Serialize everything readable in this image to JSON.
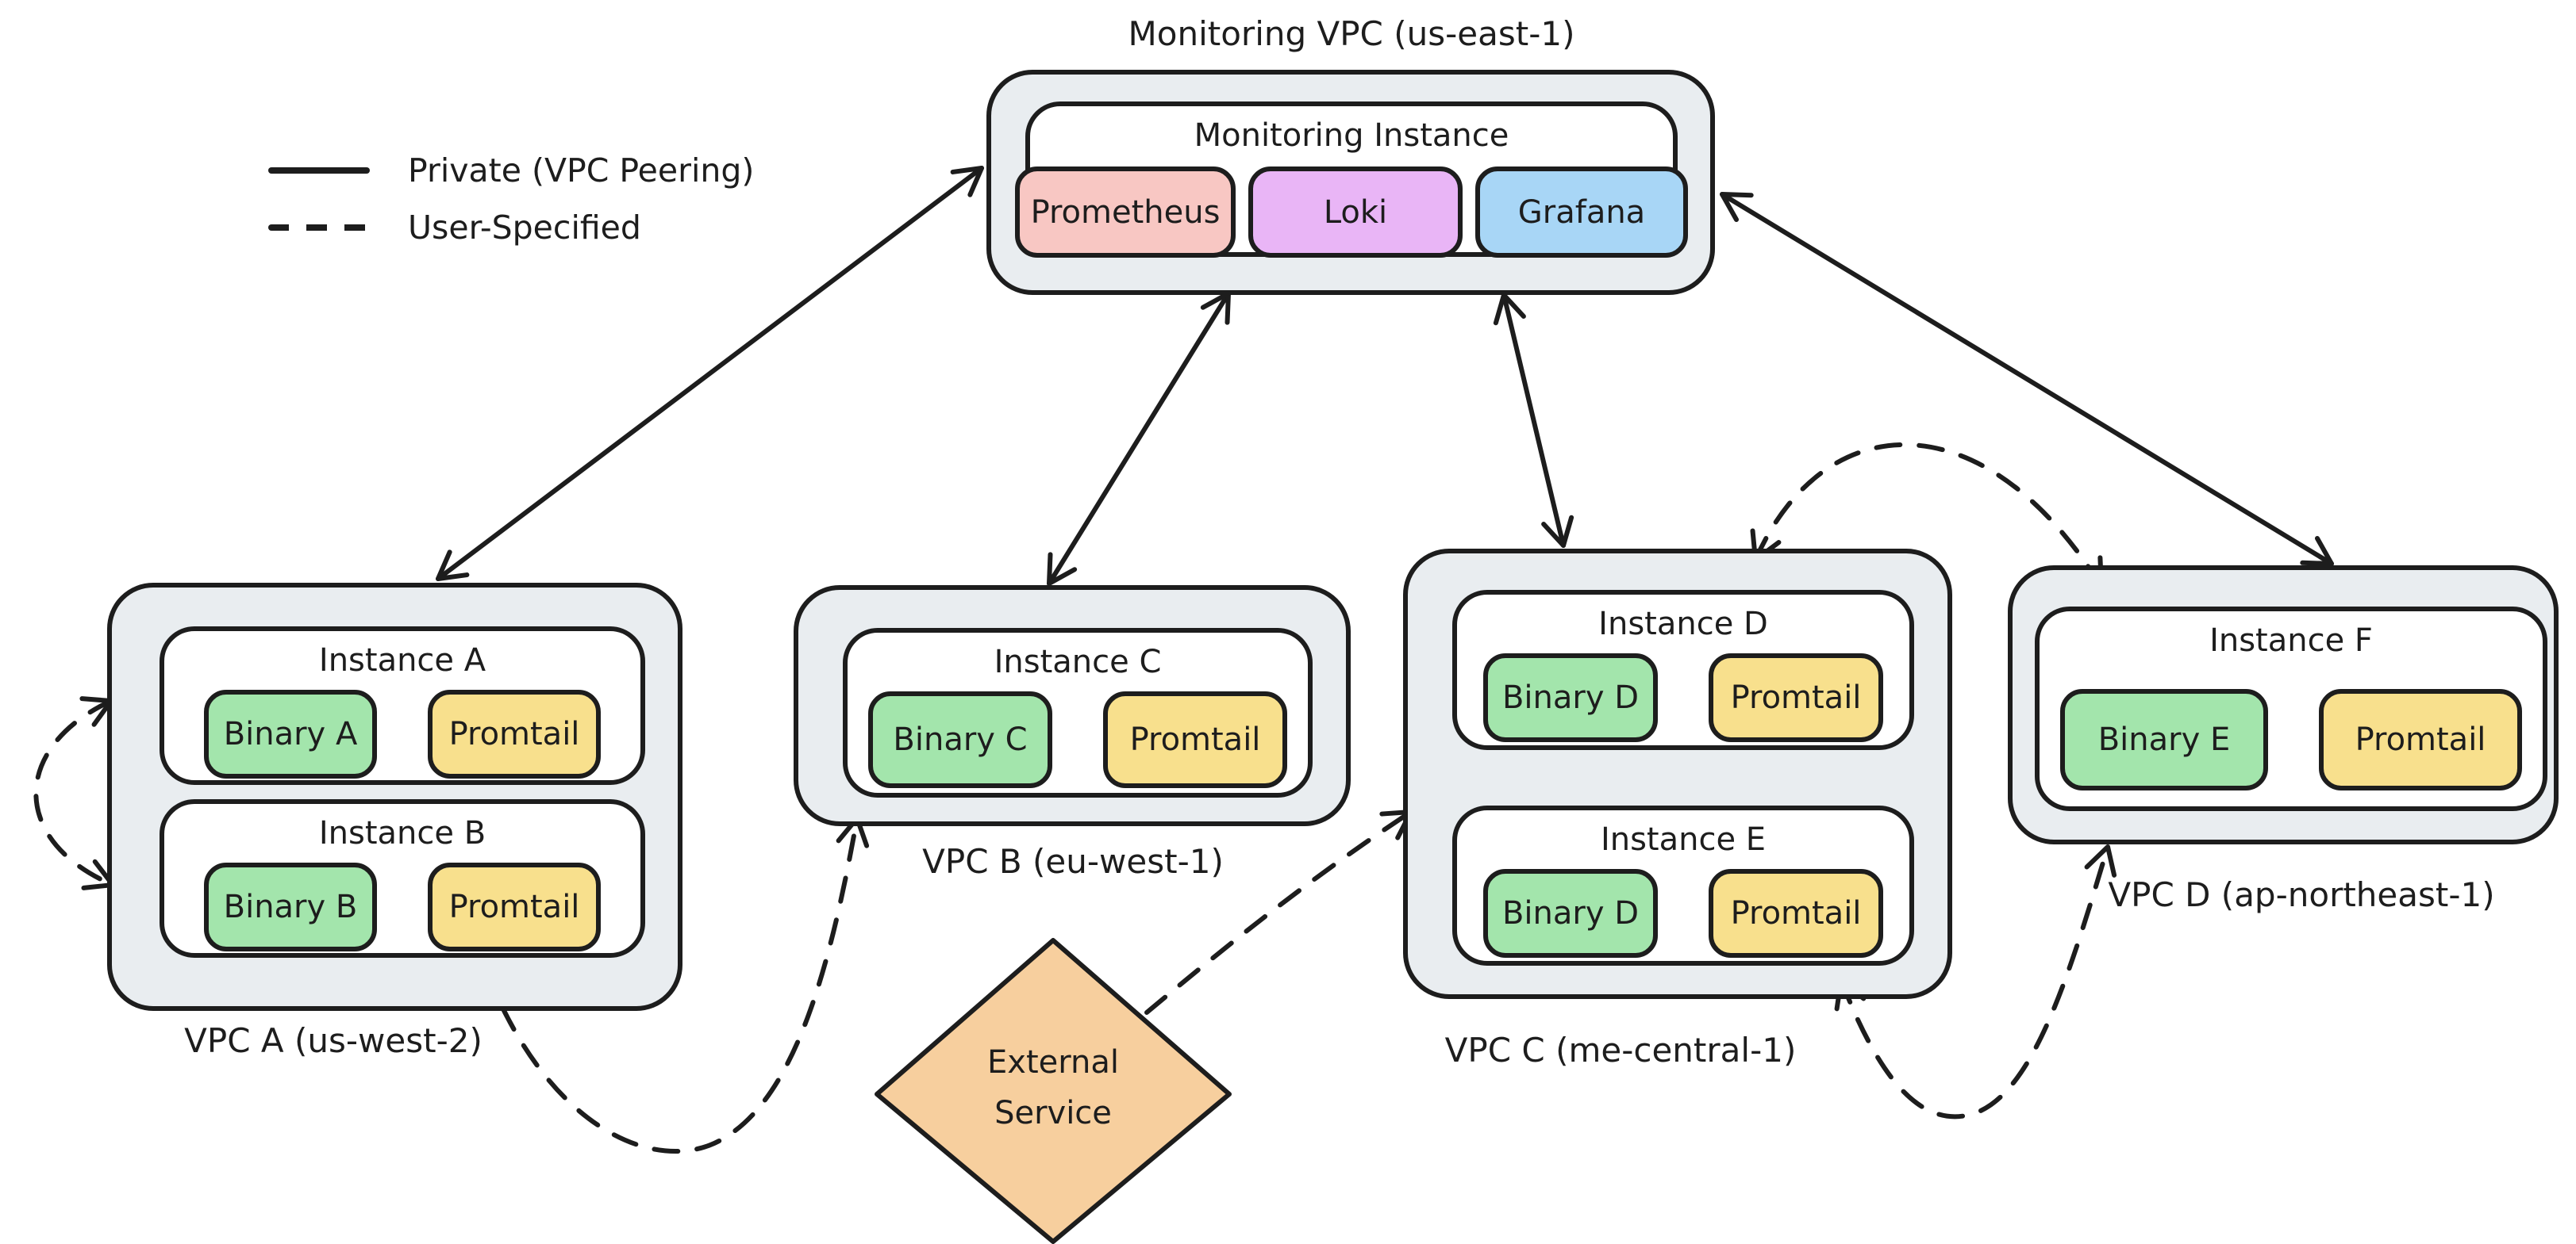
{
  "diagram_title": "Monitoring VPC (us-east-1)",
  "legend": {
    "items": [
      {
        "style": "solid",
        "label": "Private (VPC Peering)"
      },
      {
        "style": "dashed",
        "label": "User-Specified"
      }
    ]
  },
  "monitoring_vpc": {
    "label": "Monitoring VPC (us-east-1)",
    "instance": {
      "label": "Monitoring Instance",
      "services": [
        {
          "name": "Prometheus",
          "color": "#f8c7c3"
        },
        {
          "name": "Loki",
          "color": "#e9b5f6"
        },
        {
          "name": "Grafana",
          "color": "#a8d6f6"
        }
      ]
    }
  },
  "vpcs": [
    {
      "label": "VPC A (us-west-2)",
      "instances": [
        {
          "label": "Instance A",
          "components": [
            {
              "name": "Binary A",
              "color": "#a3e5ac"
            },
            {
              "name": "Promtail",
              "color": "#f8e08d"
            }
          ]
        },
        {
          "label": "Instance B",
          "components": [
            {
              "name": "Binary B",
              "color": "#a3e5ac"
            },
            {
              "name": "Promtail",
              "color": "#f8e08d"
            }
          ]
        }
      ]
    },
    {
      "label": "VPC B (eu-west-1)",
      "instances": [
        {
          "label": "Instance C",
          "components": [
            {
              "name": "Binary C",
              "color": "#a3e5ac"
            },
            {
              "name": "Promtail",
              "color": "#f8e08d"
            }
          ]
        }
      ]
    },
    {
      "label": "VPC C (me-central-1)",
      "instances": [
        {
          "label": "Instance D",
          "components": [
            {
              "name": "Binary D",
              "color": "#a3e5ac"
            },
            {
              "name": "Promtail",
              "color": "#f8e08d"
            }
          ]
        },
        {
          "label": "Instance E",
          "components": [
            {
              "name": "Binary D",
              "color": "#a3e5ac"
            },
            {
              "name": "Promtail",
              "color": "#f8e08d"
            }
          ]
        }
      ]
    },
    {
      "label": "VPC D (ap-northeast-1)",
      "instances": [
        {
          "label": "Instance F",
          "components": [
            {
              "name": "Binary E",
              "color": "#a3e5ac"
            },
            {
              "name": "Promtail",
              "color": "#f8e08d"
            }
          ]
        }
      ]
    }
  ],
  "external_service": {
    "line1": "External",
    "line2": "Service",
    "color": "#f7cf9e"
  },
  "connections": [
    {
      "type": "private",
      "style": "solid",
      "from": "Monitoring VPC",
      "to": "VPC A",
      "bidirectional": true
    },
    {
      "type": "private",
      "style": "solid",
      "from": "Monitoring VPC",
      "to": "VPC B",
      "bidirectional": true
    },
    {
      "type": "private",
      "style": "solid",
      "from": "Monitoring VPC",
      "to": "VPC C",
      "bidirectional": true
    },
    {
      "type": "private",
      "style": "solid",
      "from": "Monitoring VPC",
      "to": "VPC D",
      "bidirectional": true
    },
    {
      "type": "user-specified",
      "style": "dashed",
      "from": "Instance A",
      "to": "Instance B",
      "bidirectional": true
    },
    {
      "type": "user-specified",
      "style": "dashed",
      "from": "VPC A",
      "to": "VPC B",
      "bidirectional": true
    },
    {
      "type": "user-specified",
      "style": "dashed",
      "from": "External Service",
      "to": "VPC C",
      "bidirectional": false
    },
    {
      "type": "user-specified",
      "style": "dashed",
      "from": "VPC C",
      "to": "VPC D",
      "bidirectional": true
    },
    {
      "type": "user-specified",
      "style": "dashed",
      "from": "VPC C",
      "to": "VPC D",
      "bidirectional": true
    }
  ],
  "colors": {
    "ink": "#1d1d1d",
    "vpc_fill": "#e9edf0",
    "green": "#a3e5ac",
    "yellow": "#f8e08d",
    "pink": "#f8c7c3",
    "purple": "#e9b5f6",
    "blue": "#a8d6f6",
    "orange": "#f7cf9e"
  }
}
